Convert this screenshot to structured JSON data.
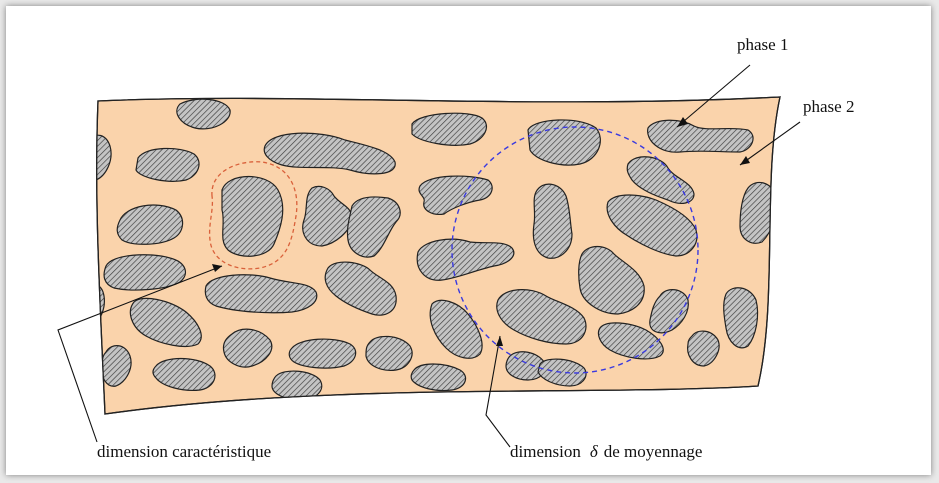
{
  "labels": {
    "phase1": "phase 1",
    "phase2": "phase 2",
    "char_dim": "dimension caractéristique",
    "avg_dim_prefix": "dimension",
    "avg_dim_symbol": "δ",
    "avg_dim_suffix": "de moyennage"
  },
  "colors": {
    "matrix": "#fad3ab",
    "inclusion": "#c4c4c4",
    "hatch": "#3a3a3a",
    "characteristic_circle": "#d9603a",
    "averaging_circle": "#3a3ae0"
  }
}
